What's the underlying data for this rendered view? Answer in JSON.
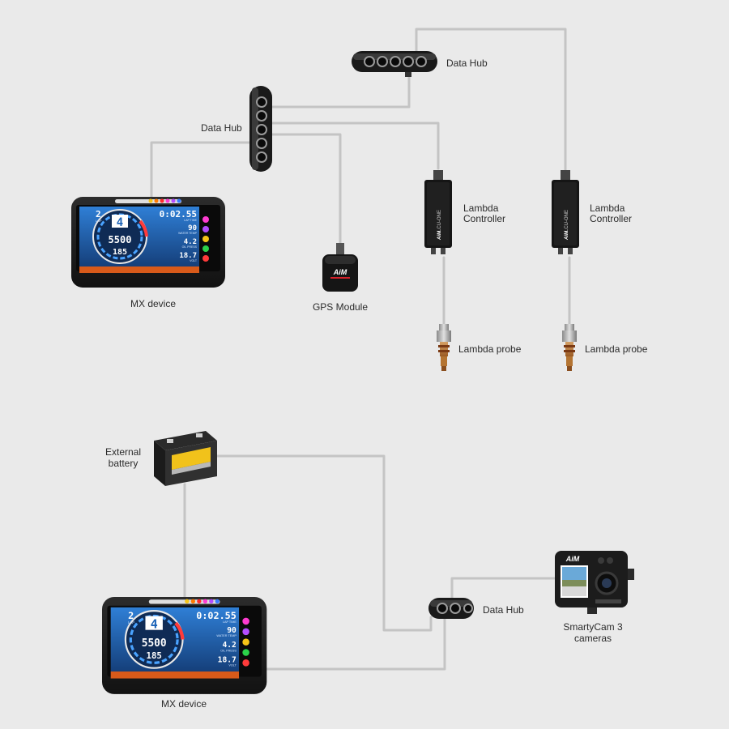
{
  "top_system": {
    "mx_device": {
      "label": "MX device"
    },
    "data_hub_1": {
      "label": "Data Hub"
    },
    "data_hub_2": {
      "label": "Data Hub"
    },
    "gps_module": {
      "label": "GPS Module",
      "brand": "AiM"
    },
    "lambda_controller_1": {
      "label_line1": "Lambda",
      "label_line2": "Controller",
      "model": "LCU-ONE",
      "brand": "AiM"
    },
    "lambda_controller_2": {
      "label_line1": "Lambda",
      "label_line2": "Controller",
      "model": "LCU-ONE",
      "brand": "AiM"
    },
    "lambda_probe_1": {
      "label": "Lambda probe"
    },
    "lambda_probe_2": {
      "label": "Lambda probe"
    }
  },
  "bottom_system": {
    "external_battery": {
      "label_line1": "External",
      "label_line2": "battery"
    },
    "mx_device": {
      "label": "MX device"
    },
    "data_hub": {
      "label": "Data Hub"
    },
    "smartycam": {
      "label_line1": "SmartyCam 3",
      "label_line2": "cameras",
      "brand": "AiM"
    }
  },
  "dash_screen": {
    "lap_number": "2",
    "lap_label": "LAP",
    "gear": "4",
    "rpm": "5500",
    "speed": "185",
    "lap_time": "0:02.55",
    "lap_time_label": "LAP TIME",
    "water_temp": "90",
    "water_temp_label": "WATER TEMP",
    "oil_press": "4.2",
    "oil_press_label": "OIL PRESS",
    "voltage": "18.7",
    "voltage_label": "VOLT"
  },
  "colors": {
    "background": "#eaeaea",
    "cable": "#c4c4c4",
    "device_body": "#1b1b1b",
    "screen_blue": "#1d64b8",
    "led_colors": [
      "#ffffff",
      "#ffffff",
      "#f5c518",
      "#ff7a00",
      "#ff2d2d",
      "#ff3bd1",
      "#b44cff",
      "#3b7bff",
      "#26c6ff"
    ]
  }
}
